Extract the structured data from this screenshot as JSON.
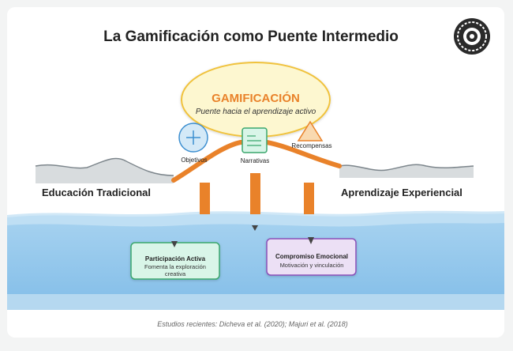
{
  "title": "La Gamificación como Puente Intermedio",
  "bubble": {
    "heading": "GAMIFICACIÓN",
    "subheading": "Puente hacia el aprendizaje activo"
  },
  "elements": {
    "objetivos": "Objetivos",
    "narrativas": "Narrativas",
    "recompensas": "Recompensas"
  },
  "sides": {
    "left": "Educación Tradicional",
    "right": "Aprendizaje Experiencial"
  },
  "boxes": {
    "participacion": {
      "title": "Participación Activa",
      "line1": "Fomenta la exploración",
      "line2": "creativa"
    },
    "compromiso": {
      "title": "Compromiso Emocional",
      "line1": "Motivación y vinculación"
    }
  },
  "footer": "Estudios recientes: Dicheva et al. (2020); Majuri et al. (2018)",
  "colors": {
    "accent": "#e9822a",
    "bubble_fill": "#fdf7d0",
    "bubble_stroke": "#f0c23c",
    "water": "#8cc2ea",
    "green_box": "#d9f5e8",
    "purple_box": "#ece0f5"
  }
}
